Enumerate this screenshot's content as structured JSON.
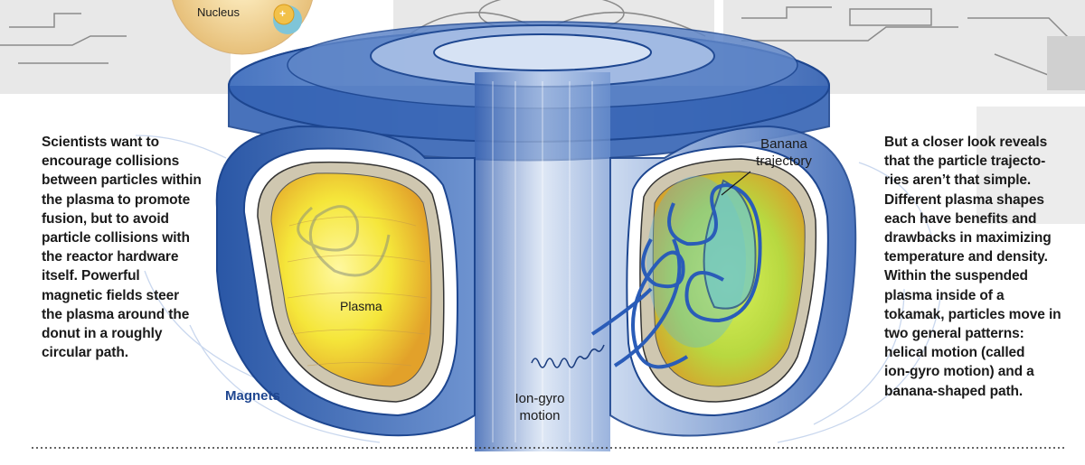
{
  "left_paragraph": [
    "Scientists want to",
    "encourage collisions",
    "between particles within",
    "the plasma to promote",
    "fusion, but to avoid",
    "particle collisions with",
    "the reactor hardware",
    "itself. Powerful",
    "magnetic fields steer",
    "the plasma around the",
    "donut in a roughly",
    "circular path."
  ],
  "right_paragraph": [
    "But a closer look reveals",
    "that the particle trajecto-",
    "ries aren’t that simple.",
    "Different plasma shapes",
    "each have benefits and",
    "drawbacks in maximizing",
    "temperature and density.",
    "Within the suspended",
    "plasma inside of a",
    "tokamak, particles move in",
    "two general patterns:",
    "helical motion (called",
    "ion-gyro motion) and a",
    "banana-shaped path."
  ],
  "labels": {
    "nucleus": "Nucleus",
    "nucleus_plus": "+",
    "plasma": "Plasma",
    "magnets": "Magnets",
    "ion_gyro": [
      "Ion-gyro",
      "motion"
    ],
    "banana": [
      "Banana",
      "trajectory"
    ]
  },
  "colors": {
    "magnet_blue": "#2f5fae",
    "magnet_dark": "#1d4690",
    "plasma_yellow": "#f5e63a",
    "plasma_orange": "#e8a52a",
    "trajectory_blue": "#2a5cb8",
    "panel_gray": "#e6e6e6",
    "label_blue": "#1f4690"
  }
}
